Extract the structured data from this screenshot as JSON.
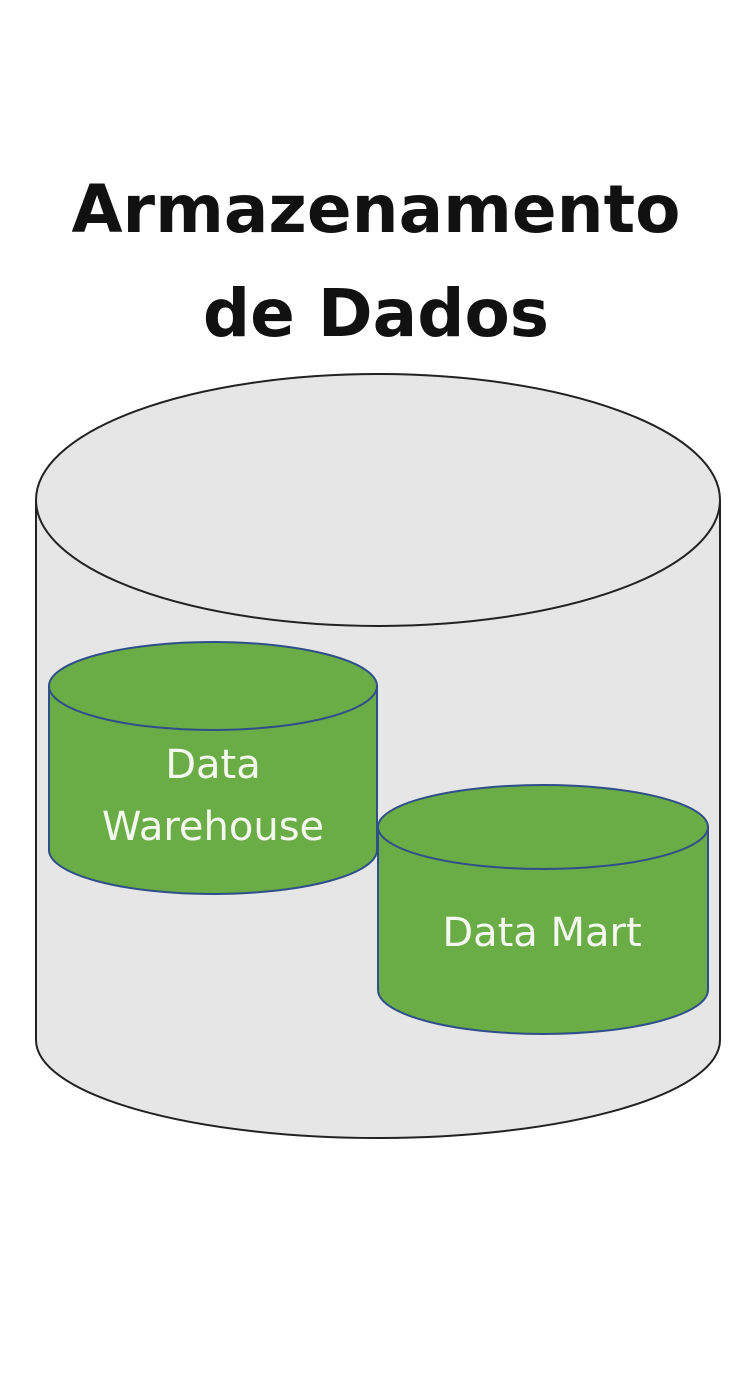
{
  "title": {
    "line1": "Armazenamento",
    "line2": "de Dados"
  },
  "outer_cylinder": {
    "fill": "#e6e6e7",
    "stroke": "#222222"
  },
  "cylinders": [
    {
      "lines": [
        "Data",
        "Warehouse"
      ]
    },
    {
      "lines": [
        "Data Mart"
      ]
    }
  ],
  "colors": {
    "green_fill": "#6aac46",
    "green_stroke": "#2f4f8a"
  }
}
